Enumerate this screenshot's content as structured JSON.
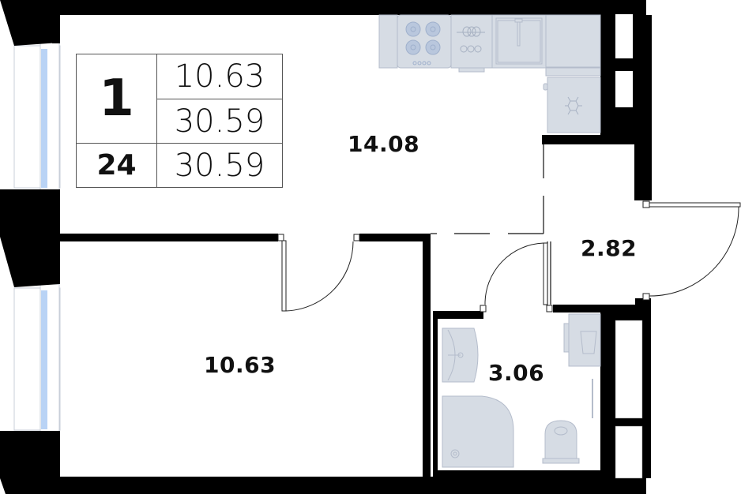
{
  "plan": {
    "type": "apartment floor plan",
    "colors": {
      "wall": "#000000",
      "fixture_fill": "#d6dce4",
      "fixture_stroke": "#b4bccb",
      "window_glass": "#b9d3f5",
      "window_frame": "#c8cfd9",
      "door_line": "#222222",
      "background": "#ffffff"
    }
  },
  "summary_table": {
    "rooms_count": "1",
    "living_area": "10.63",
    "total_area": "30.59",
    "floor_number": "24",
    "total_area_repeat": "30.59"
  },
  "rooms": [
    {
      "id": "kitchen-living",
      "area": "14.08"
    },
    {
      "id": "bedroom",
      "area": "10.63"
    },
    {
      "id": "hallway",
      "area": "2.82"
    },
    {
      "id": "bathroom",
      "area": "3.06"
    }
  ],
  "fixtures": {
    "kitchen": [
      "cabinet",
      "stove-4-burner",
      "dishwasher",
      "sink",
      "corner-cabinet",
      "refrigerator"
    ],
    "bathroom": [
      "washbasin",
      "washing-machine",
      "shower-tray",
      "toilet",
      "towel-rail"
    ]
  }
}
